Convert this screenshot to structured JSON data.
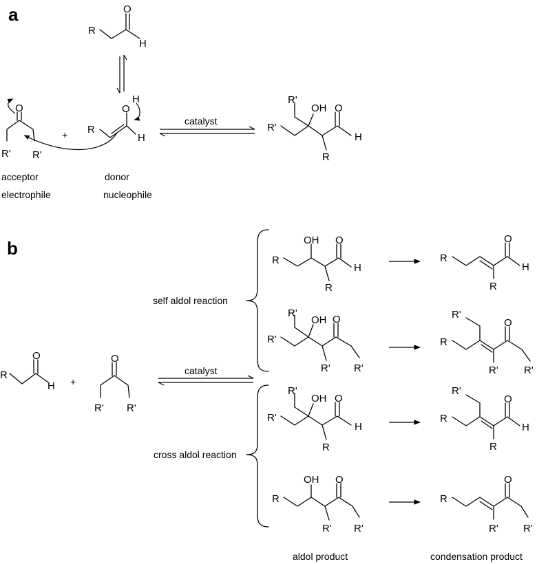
{
  "panel_a": {
    "letter": "a",
    "acceptor_label": "acceptor",
    "electrophile_label": "electrophile",
    "donor_label": "donor",
    "nucleophile_label": "nucleophile",
    "plus": "+",
    "catalyst": "catalyst"
  },
  "panel_b": {
    "letter": "b",
    "plus": "+",
    "catalyst": "catalyst",
    "self_label": "self aldol reaction",
    "cross_label": "cross aldol reaction",
    "aldol_product": "aldol product",
    "condensation_product": "condensation product"
  },
  "atoms": {
    "R": "R",
    "Rp": "R'",
    "O": "O",
    "H": "H",
    "OH": "OH"
  }
}
